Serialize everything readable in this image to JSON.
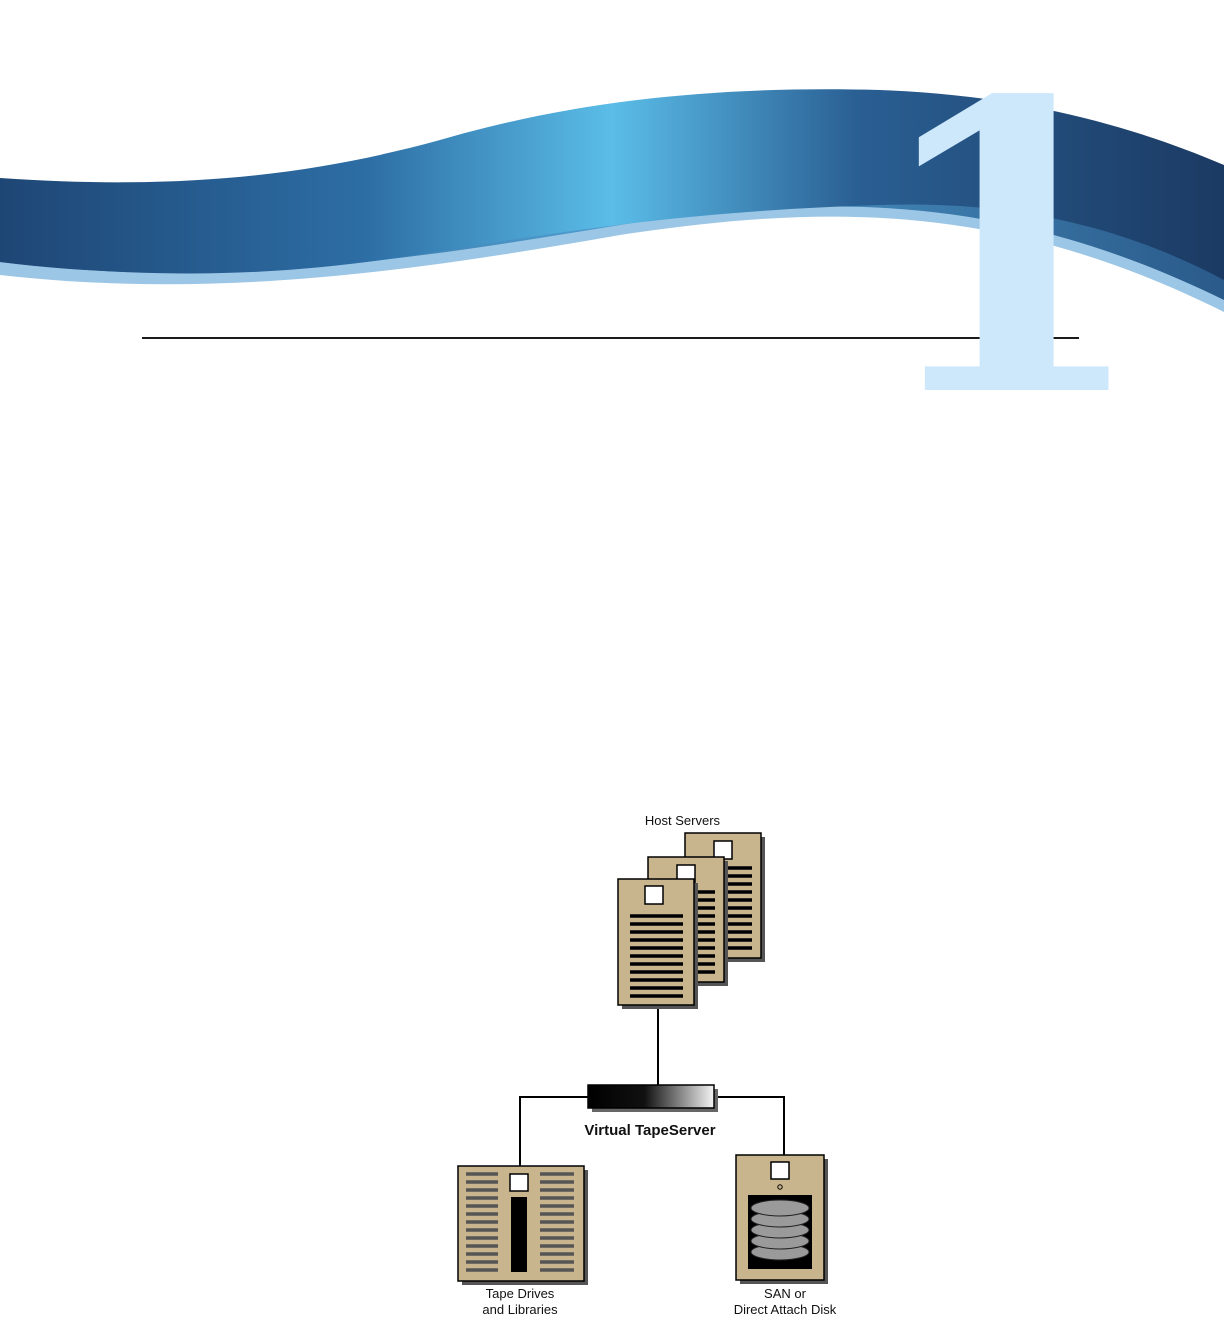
{
  "page": {
    "chapter_number": "1",
    "colors": {
      "banner_dark": "#1c3a63",
      "banner_light": "#5bbde8",
      "chapter_number": "#cde8fb",
      "device_tan": "#c8b58e"
    }
  },
  "diagram": {
    "host_servers_label": "Host Servers",
    "virtual_tapeserver_label": "Virtual TapeServer",
    "tape_label_line1": "Tape Drives",
    "tape_label_line2": "and Libraries",
    "disk_label_line1": "SAN or",
    "disk_label_line2": "Direct Attach Disk",
    "icons": [
      "server-icon",
      "tape-library-icon",
      "disk-array-icon",
      "tapeserver-appliance-icon"
    ]
  }
}
